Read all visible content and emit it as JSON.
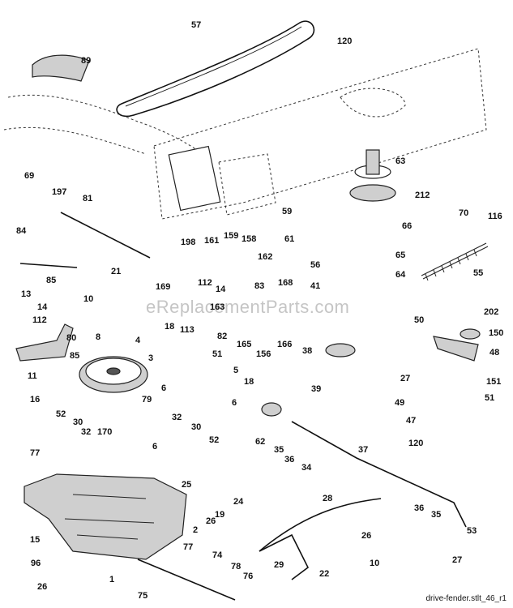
{
  "watermark": "eReplacementParts.com",
  "footer": "drive-fender.stlt_46_r1",
  "callouts": [
    {
      "id": "c57",
      "text": "57"
    },
    {
      "id": "c120a",
      "text": "120"
    },
    {
      "id": "c89",
      "text": "89"
    },
    {
      "id": "c69",
      "text": "69"
    },
    {
      "id": "c63",
      "text": "63"
    },
    {
      "id": "c212",
      "text": "212"
    },
    {
      "id": "c70",
      "text": "70"
    },
    {
      "id": "c116",
      "text": "116"
    },
    {
      "id": "c197",
      "text": "197"
    },
    {
      "id": "c81",
      "text": "81"
    },
    {
      "id": "c59",
      "text": "59"
    },
    {
      "id": "c66",
      "text": "66"
    },
    {
      "id": "c84",
      "text": "84"
    },
    {
      "id": "c61",
      "text": "61"
    },
    {
      "id": "c198",
      "text": "198"
    },
    {
      "id": "c161",
      "text": "161"
    },
    {
      "id": "c159",
      "text": "159"
    },
    {
      "id": "c158",
      "text": "158"
    },
    {
      "id": "c65",
      "text": "65"
    },
    {
      "id": "c55",
      "text": "55"
    },
    {
      "id": "c85a",
      "text": "85"
    },
    {
      "id": "c21",
      "text": "21"
    },
    {
      "id": "c162",
      "text": "162"
    },
    {
      "id": "c56",
      "text": "56"
    },
    {
      "id": "c64",
      "text": "64"
    },
    {
      "id": "c169",
      "text": "169"
    },
    {
      "id": "c112a",
      "text": "112"
    },
    {
      "id": "c14a",
      "text": "14"
    },
    {
      "id": "c83",
      "text": "83"
    },
    {
      "id": "c41",
      "text": "41"
    },
    {
      "id": "c13",
      "text": "13"
    },
    {
      "id": "c10a",
      "text": "10"
    },
    {
      "id": "c168",
      "text": "168"
    },
    {
      "id": "c163",
      "text": "163"
    },
    {
      "id": "c14b",
      "text": "14"
    },
    {
      "id": "c50",
      "text": "50"
    },
    {
      "id": "c202",
      "text": "202"
    },
    {
      "id": "c112b",
      "text": "112"
    },
    {
      "id": "c8",
      "text": "8"
    },
    {
      "id": "c82",
      "text": "82"
    },
    {
      "id": "c150",
      "text": "150"
    },
    {
      "id": "c80",
      "text": "80"
    },
    {
      "id": "c18a",
      "text": "18"
    },
    {
      "id": "c113",
      "text": "113"
    },
    {
      "id": "c4",
      "text": "4"
    },
    {
      "id": "c165",
      "text": "165"
    },
    {
      "id": "c156",
      "text": "156"
    },
    {
      "id": "c166",
      "text": "166"
    },
    {
      "id": "c85b",
      "text": "85"
    },
    {
      "id": "c38",
      "text": "38"
    },
    {
      "id": "c48",
      "text": "48"
    },
    {
      "id": "c51a",
      "text": "51"
    },
    {
      "id": "c3",
      "text": "3"
    },
    {
      "id": "c11",
      "text": "11"
    },
    {
      "id": "c5",
      "text": "5"
    },
    {
      "id": "c18b",
      "text": "18"
    },
    {
      "id": "c27a",
      "text": "27"
    },
    {
      "id": "c6a",
      "text": "6"
    },
    {
      "id": "c151",
      "text": "151"
    },
    {
      "id": "c39",
      "text": "39"
    },
    {
      "id": "c79",
      "text": "79"
    },
    {
      "id": "c49",
      "text": "49"
    },
    {
      "id": "c51b",
      "text": "51"
    },
    {
      "id": "c16",
      "text": "16"
    },
    {
      "id": "c6b",
      "text": "6"
    },
    {
      "id": "c52a",
      "text": "52"
    },
    {
      "id": "c32a",
      "text": "32"
    },
    {
      "id": "c47",
      "text": "47"
    },
    {
      "id": "c30a",
      "text": "30"
    },
    {
      "id": "c32b",
      "text": "32"
    },
    {
      "id": "c170",
      "text": "170"
    },
    {
      "id": "c30b",
      "text": "30"
    },
    {
      "id": "c62",
      "text": "62"
    },
    {
      "id": "c52b",
      "text": "52"
    },
    {
      "id": "c120b",
      "text": "120"
    },
    {
      "id": "c37",
      "text": "37"
    },
    {
      "id": "c6c",
      "text": "6"
    },
    {
      "id": "c35a",
      "text": "35"
    },
    {
      "id": "c36a",
      "text": "36"
    },
    {
      "id": "c77a",
      "text": "77"
    },
    {
      "id": "c34",
      "text": "34"
    },
    {
      "id": "c25",
      "text": "25"
    },
    {
      "id": "c28",
      "text": "28"
    },
    {
      "id": "c24",
      "text": "24"
    },
    {
      "id": "c19",
      "text": "19"
    },
    {
      "id": "c36b",
      "text": "36"
    },
    {
      "id": "c35b",
      "text": "35"
    },
    {
      "id": "c26a",
      "text": "26"
    },
    {
      "id": "c53",
      "text": "53"
    },
    {
      "id": "c2",
      "text": "2"
    },
    {
      "id": "c15",
      "text": "15"
    },
    {
      "id": "c26b",
      "text": "26"
    },
    {
      "id": "c77b",
      "text": "77"
    },
    {
      "id": "c29",
      "text": "29"
    },
    {
      "id": "c10b",
      "text": "10"
    },
    {
      "id": "c96",
      "text": "96"
    },
    {
      "id": "c74",
      "text": "74"
    },
    {
      "id": "c27b",
      "text": "27"
    },
    {
      "id": "c1",
      "text": "1"
    },
    {
      "id": "c22",
      "text": "22"
    },
    {
      "id": "c78",
      "text": "78"
    },
    {
      "id": "c76",
      "text": "76"
    },
    {
      "id": "c26c",
      "text": "26"
    },
    {
      "id": "c75",
      "text": "75"
    }
  ]
}
